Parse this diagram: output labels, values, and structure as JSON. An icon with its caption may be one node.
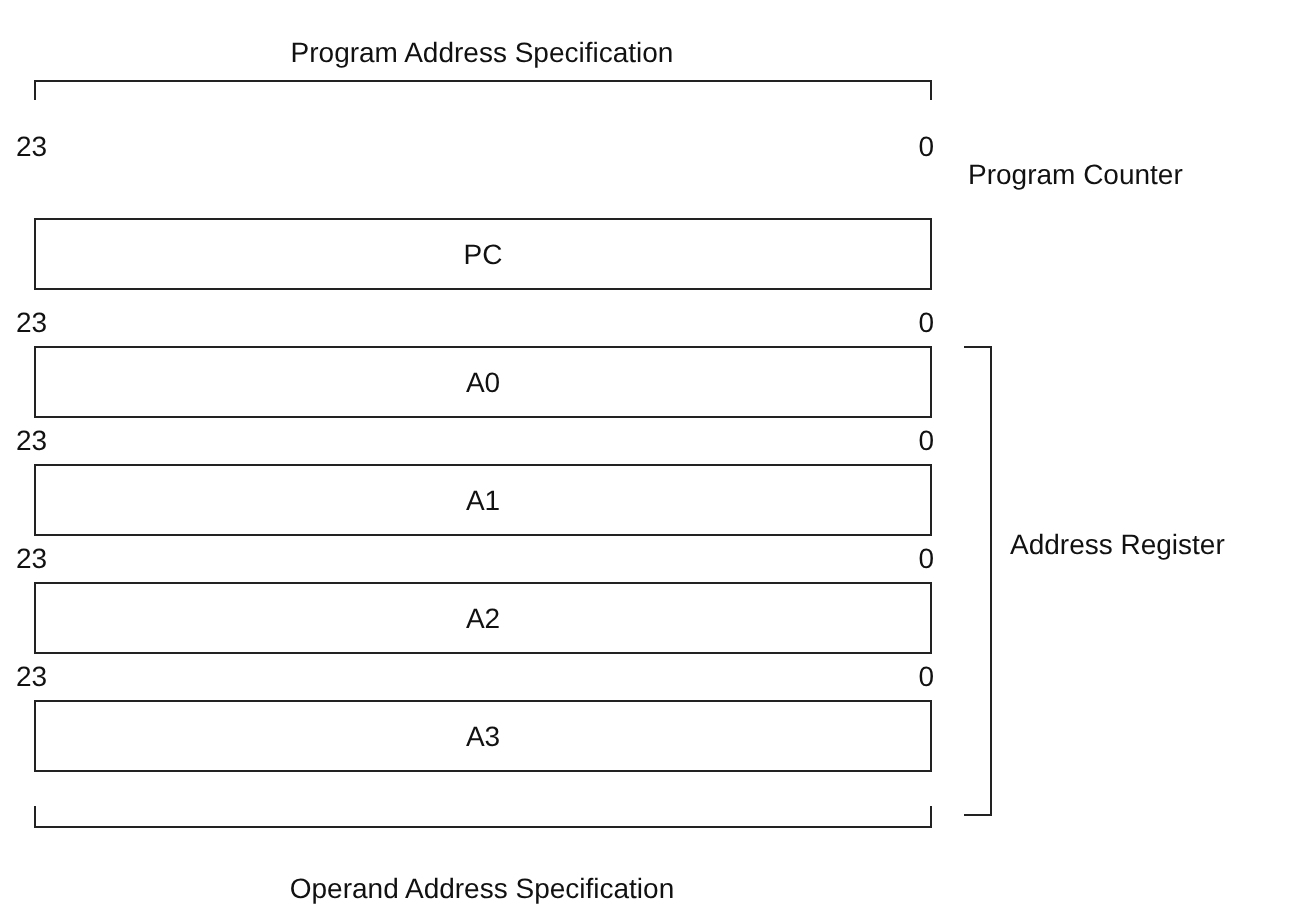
{
  "diagram": {
    "nodes": [
      {
        "text": [
          "PC"
        ]
      },
      {
        "text": [
          "A0"
        ]
      },
      {
        "text": [
          "A1"
        ]
      },
      {
        "text": [
          "A2"
        ]
      },
      {
        "text": [
          "A3"
        ]
      }
    ],
    "labels": [
      "Program Address Specification",
      "23",
      "0",
      "Program Counter",
      "23",
      "0",
      "23",
      "0",
      "23",
      "0",
      "23",
      "0",
      "Address Register",
      "Operand Address Specification"
    ]
  }
}
